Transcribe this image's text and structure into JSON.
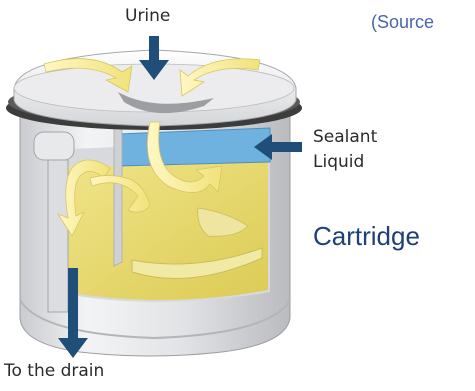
{
  "labels": {
    "urine": "Urine",
    "source": "(Source",
    "sealant_line1": "Sealant",
    "sealant_line2": "Liquid",
    "cartridge": "Cartridge",
    "drain": "To the drain"
  },
  "colors": {
    "arrow": "#1f4e79",
    "sealant_liquid": "#6fb2df",
    "urine_fill": "#ecdc72",
    "urine_highlight": "#f7efb0",
    "shell": "#e7e8ea",
    "rim_band": "#3c3c3c",
    "cartridge_text": "#1e3f7a",
    "source_text": "#4a64b0"
  },
  "icons": {
    "flow_in": "arrow-down-icon",
    "sealant_pointer": "arrow-left-icon",
    "flow_out": "arrow-down-icon"
  }
}
